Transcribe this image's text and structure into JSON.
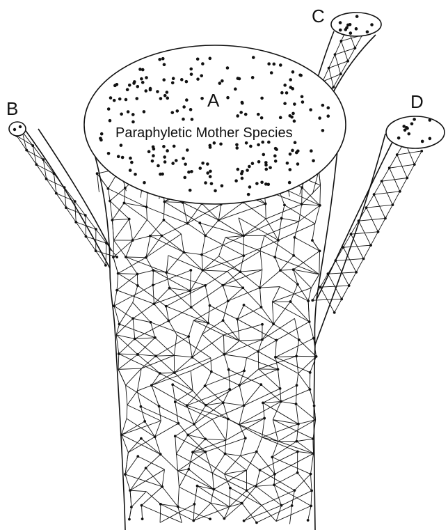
{
  "labels": {
    "a": "A",
    "b": "B",
    "c": "C",
    "d": "D",
    "mother": "Paraphyletic Mother Species"
  },
  "colors": {
    "ink": "#111111",
    "background": "#ffffff"
  }
}
